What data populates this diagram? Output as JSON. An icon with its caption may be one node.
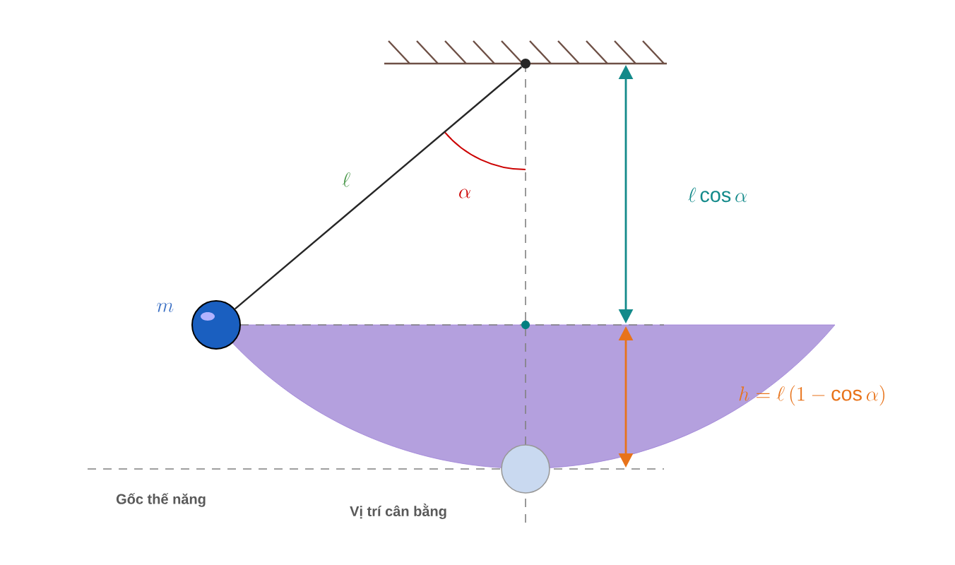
{
  "diagram": {
    "nodes": [
      {
        "text": [],
        "shape": "circle"
      },
      {
        "text": [],
        "shape": "circle",
        "beside": [
          "m"
        ]
      },
      {
        "text": [],
        "shape": "circle"
      }
    ],
    "edges": [
      {
        "from": 0,
        "to": 1,
        "arrow": "none",
        "label": "\\ell"
      }
    ],
    "labels": [
      "\\alpha",
      "\\ell\\cos\\alpha",
      "h=\\ell\\,(1-\\cos\\alpha)",
      "Gốc thế năng",
      "Vị trí cân bằng"
    ]
  }
}
